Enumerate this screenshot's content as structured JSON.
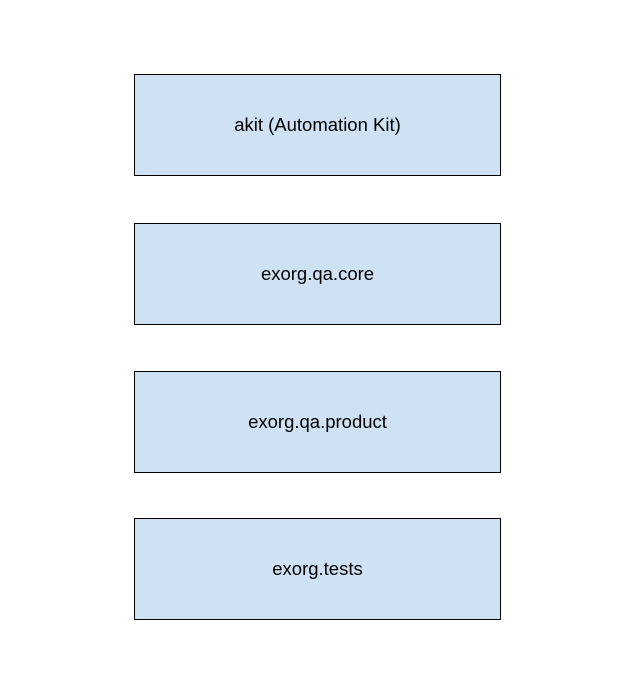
{
  "diagram": {
    "boxes": [
      {
        "label": "akit (Automation Kit)"
      },
      {
        "label": "exorg.qa.core"
      },
      {
        "label": "exorg.qa.product"
      },
      {
        "label": "exorg.tests"
      }
    ],
    "colors": {
      "background": "#ffffff",
      "box_fill": "#cfe2f3",
      "box_border": "#000000",
      "text": "#000000"
    }
  }
}
